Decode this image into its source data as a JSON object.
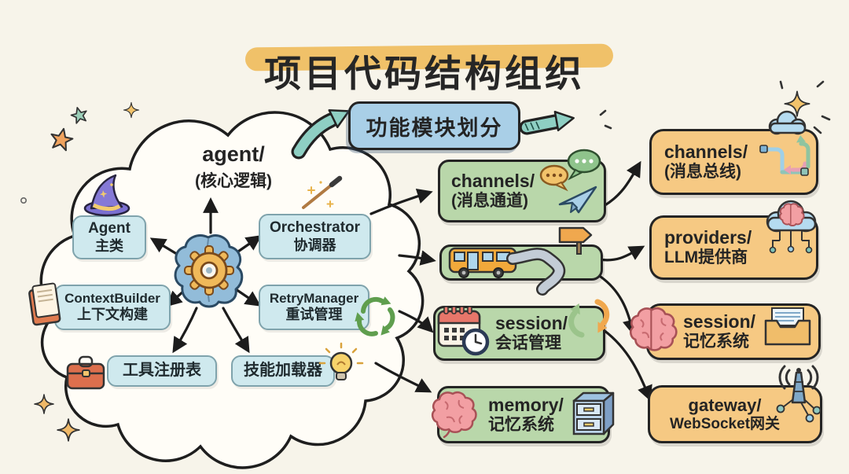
{
  "title": "项目代码结构组织",
  "banner": {
    "label": "功能模块划分"
  },
  "cloud": {
    "heading": {
      "line1": "agent/",
      "line2": "(核心逻辑)"
    },
    "nodes": {
      "agent": {
        "line1": "Agent",
        "line2": "主类"
      },
      "orchestrator": {
        "line1": "Orchestrator",
        "line2": "协调器"
      },
      "context_builder": {
        "line1": "ContextBuilder",
        "line2": "上下文构建"
      },
      "retry_manager": {
        "line1": "RetryManager",
        "line2": "重试管理"
      },
      "tool_registry": {
        "label": "工具注册表"
      },
      "skill_loader": {
        "label": "技能加载器"
      }
    }
  },
  "middle_column": {
    "channels": {
      "line1": "channels/",
      "line2": "(消息通道)"
    },
    "transport": {
      "icons": [
        "bus-icon",
        "winding-road-icon",
        "signpost-icon"
      ]
    },
    "session": {
      "line1": "session/",
      "line2": "会话管理"
    },
    "memory": {
      "line1": "memory/",
      "line2": "记忆系统"
    }
  },
  "right_column": {
    "channels_bus": {
      "line1": "channels/",
      "line2": "(消息总线)"
    },
    "providers": {
      "line1": "providers/",
      "line2": "LLM提供商"
    },
    "session_memory": {
      "line1": "session/",
      "line2": "记忆系统"
    },
    "gateway": {
      "line1": "gateway/",
      "line2": "WebSocket网关"
    }
  },
  "icons": {
    "cloud_area": [
      "wizard-hat-icon",
      "brain-gear-icon",
      "magic-wand-icon",
      "book-icon",
      "recycle-icon",
      "toolbox-icon",
      "lightbulb-icon"
    ],
    "middle_area": [
      "chat-bubbles-icon",
      "paper-plane-icon",
      "bus-icon",
      "winding-road-icon",
      "signpost-icon",
      "calendar-clock-icon",
      "refresh-arrows-icon",
      "brain-icon",
      "filing-cabinet-icon"
    ],
    "right_area": [
      "cloud-icon",
      "message-routing-icon",
      "cloud-brain-circuit-icon",
      "brain-icon",
      "inbox-tray-icon",
      "antenna-icon"
    ],
    "decorations": [
      "star-icon",
      "sparkle-icon"
    ]
  },
  "colors": {
    "background": "#f7f4ea",
    "title_highlight": "#f0c169",
    "banner_fill": "#a9cfe7",
    "teal_arrow": "#8ecfc3",
    "cloud_node_fill": "#cfe9ee",
    "green_box_fill": "#b9d7aa",
    "orange_box_fill": "#f6c983",
    "outline": "#242424"
  }
}
